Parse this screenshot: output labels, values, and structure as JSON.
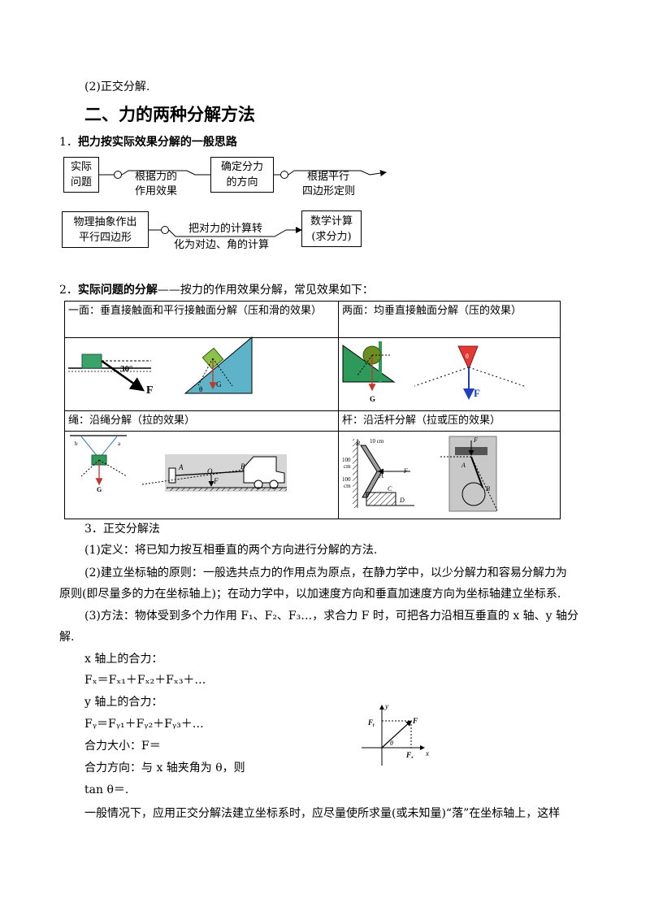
{
  "intro": {
    "line": "(2)正交分解."
  },
  "section": {
    "title": "二、力的两种分解方法"
  },
  "flow": {
    "heading_num": "1．",
    "heading": "把力按实际效果分解的一般思路",
    "box1_a": "实际",
    "box1_b": "问题",
    "label1_a": "根据力的",
    "label1_b": "作用效果",
    "box2_a": "确定分力",
    "box2_b": "的方向",
    "label2_a": "根据平行",
    "label2_b": "四边形定则",
    "box3_a": "物理抽象作出",
    "box3_b": "平行四边形",
    "label3_a": "把对力的计算转",
    "label3_b": "化为对边、角的计算",
    "box4_a": "数学计算",
    "box4_b": "(求分力)"
  },
  "cases": {
    "heading_num": "2．",
    "heading_bold": "实际问题的分解",
    "heading_rest": "——按力的作用效果分解，常见效果如下：",
    "cell1": "一面：垂直接触面和平行接触面分解（压和滑的效果）",
    "cell2": "两面：均垂直接触面分解（压的效果）",
    "cell3": "绳：沿绳分解（拉的效果）",
    "cell4": "杆：沿活杆分解（拉或压的效果）",
    "fig1_angle": "30°",
    "fig1_force": "F",
    "fig2_g": "G",
    "fig2_theta": "θ",
    "fig3_g": "G",
    "fig4_theta": "θ",
    "fig4_force": "F",
    "fig5_b": "b",
    "fig5_a": "a",
    "fig5_g": "G",
    "fig6_a": "A",
    "fig6_o": "O",
    "fig6_f": "F",
    "fig6_b": "B",
    "fig7_b": "B",
    "fig7_dim": "10 cm",
    "fig7_100a": "100",
    "fig7_cma": "cm",
    "fig7_100b": "100",
    "fig7_cmb": "cm",
    "fig7_f": "F",
    "fig7_a": "A",
    "fig7_c": "C",
    "fig7_d": "D",
    "fig8_f": "F",
    "fig8_a": "A",
    "fig8_b": "B"
  },
  "ortho": {
    "heading": "3．正交分解法",
    "p1": "(1)定义：将已知力按互相垂直的两个方向进行分解的方法.",
    "p2_l1": "(2)建立坐标轴的原则：一般选共点力的作用点为原点，在静力学中，以少分解力和容易分解力为",
    "p2_l2": "原则(即尽量多的力在坐标轴上)；在动力学中，以加速度方向和垂直加速度方向为坐标轴建立坐标系.",
    "p3_l1": "(3)方法：物体受到多个力作用 F₁、F₂、F₃…，求合力 F 时，可把各力沿相互垂直的 x 轴、y 轴分",
    "p3_l2": "解.",
    "x_label": "x 轴上的合力：",
    "fx_eq": "Fₓ＝Fₓ₁＋Fₓ₂＋Fₓ₃＋…",
    "y_label": "y 轴上的合力：",
    "fy_eq": "Fᵧ＝Fᵧ₁＋Fᵧ₂＋Fᵧ₃＋…",
    "mag": "合力大小：F＝",
    "dir": "合力方向：与 x 轴夹角为 θ，则",
    "tan": "tan θ＝.",
    "last": "一般情况下，应用正交分解法建立坐标系时，应尽量使所求量(或未知量)“落”在坐标轴上，这样"
  },
  "axes": {
    "y": "y",
    "x": "x",
    "fy": "Fᵧ",
    "f": "F",
    "theta": "θ",
    "fx": "Fₓ"
  }
}
